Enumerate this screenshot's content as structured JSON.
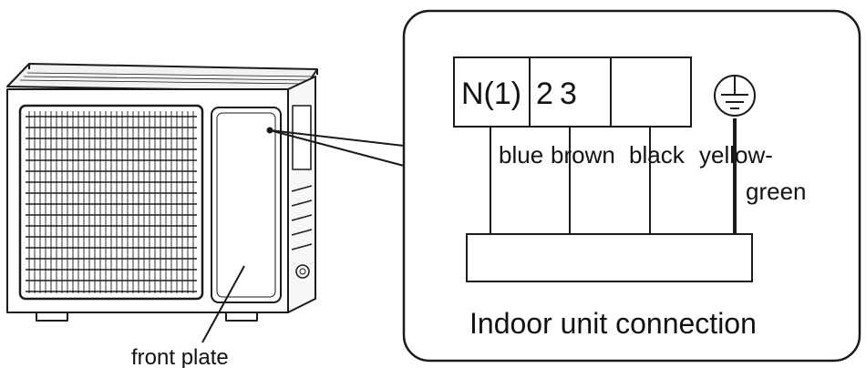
{
  "outdoor_unit": {
    "label": "front plate"
  },
  "panel": {
    "title": "Indoor unit connection",
    "terminals": [
      "N(1)",
      "2",
      "3",
      ""
    ],
    "wire_colors": [
      "blue",
      "brown",
      "black"
    ],
    "ground_wire": [
      "yellow-",
      "green"
    ],
    "ground_icon": "ground-symbol-icon",
    "line_color": "#1a1a1a",
    "background": "#ffffff"
  }
}
